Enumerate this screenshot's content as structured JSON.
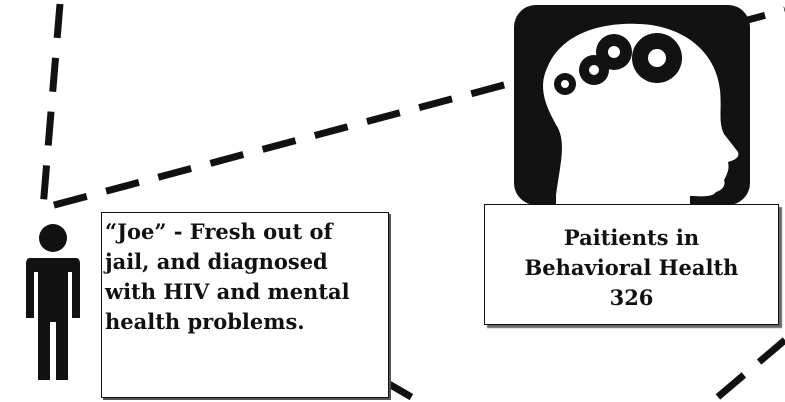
{
  "joe_note": {
    "line1": "“Joe” - Fresh out of",
    "line2": "jail, and diagnosed",
    "line3": "with HIV and mental",
    "line4": "health problems."
  },
  "behavioral_health": {
    "line1": "Paitients in",
    "line2": "Behavioral Health",
    "count": "326"
  },
  "icons": [
    "dashed-connector",
    "person-icon",
    "head-gears-icon"
  ],
  "colors": {
    "ink": "#111111",
    "icon_bg": "#121212",
    "paper": "#ffffff"
  }
}
